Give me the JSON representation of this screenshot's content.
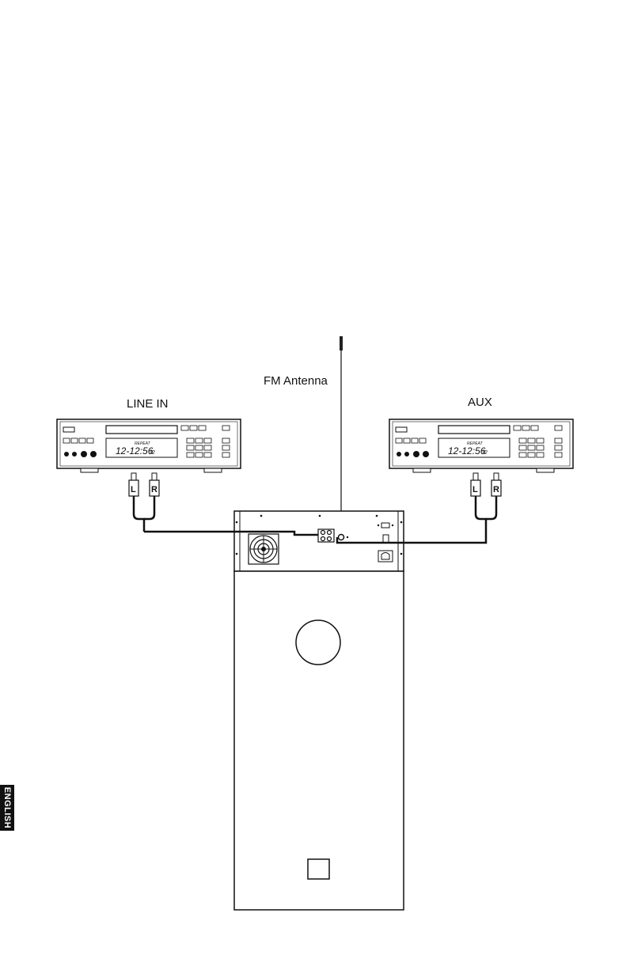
{
  "labels": {
    "fm_antenna": "FM Antenna",
    "line_in": "LINE IN",
    "aux": "AUX",
    "language_tab": "ENGLISH"
  },
  "players": {
    "display_text": "12-12:56",
    "display_small": "32",
    "display_header": "REPEAT",
    "plug_left": "L",
    "plug_right": "R"
  }
}
